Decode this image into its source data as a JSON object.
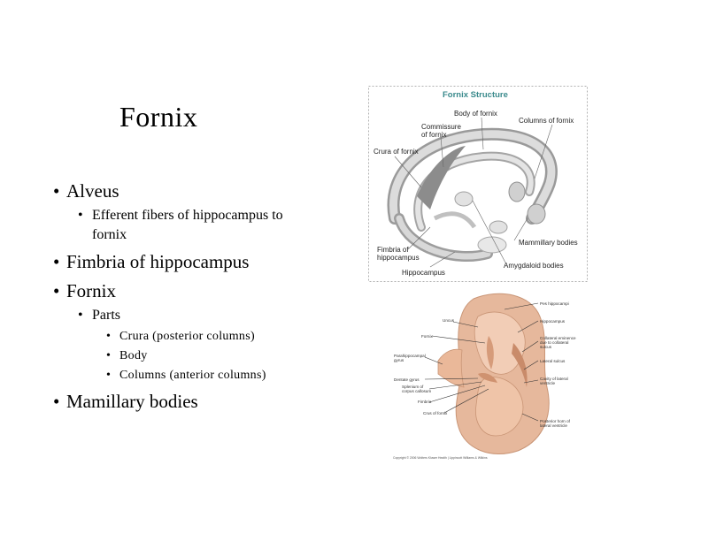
{
  "slide": {
    "title": "Fornix",
    "bullets": [
      {
        "text": "Alveus",
        "level": 1
      },
      {
        "text": "Efferent fibers of hippocampus to",
        "level": 2
      },
      {
        "text": "fornix",
        "level": 2,
        "continuation": true
      },
      {
        "text": "Fimbria of hippocampus",
        "level": 1
      },
      {
        "text": "Fornix",
        "level": 1
      },
      {
        "text": "Parts",
        "level": 2
      },
      {
        "text": "Crura (posterior columns)",
        "level": 3
      },
      {
        "text": "Body",
        "level": 3
      },
      {
        "text": "Columns (anterior columns)",
        "level": 3
      },
      {
        "text": "Mamillary bodies",
        "level": 1
      }
    ],
    "bullet_char": "•"
  },
  "figure1": {
    "title": "Fornix Structure",
    "title_color": "#3a8a8c",
    "labels": {
      "body": "Body of fornix",
      "columns": "Columns of fornix",
      "commissure_1": "Commissure",
      "commissure_2": "of fornix",
      "crura": "Crura of fornix",
      "mammillary": "Mammillary bodies",
      "fimbria_1": "Fimbria of",
      "fimbria_2": "hippocampus",
      "amygdaloid": "Amygdaloid bodies",
      "hippocampus": "Hippocampus"
    }
  },
  "figure2": {
    "labels": {
      "pes": "Pes hippocampi",
      "uncus": "Uncus",
      "hippocampus": "Hippocampus",
      "fornix": "Fornix",
      "collateral_1": "Collateral eminence",
      "collateral_2": "due to collateral",
      "collateral_3": "sulcus",
      "parahippo_1": "Parahippocampal",
      "parahippo_2": "gyrus",
      "lateral_sulcus": "Lateral sulcus",
      "dentate": "Dentate gyrus",
      "splenium_1": "Splenium of",
      "splenium_2": "corpus callosum",
      "cavity_1": "Cavity of lateral",
      "cavity_2": "ventricle",
      "fimbria": "Fimbria",
      "crus": "Crus of fornix",
      "posterior_1": "Posterior horn of",
      "posterior_2": "lateral ventricle",
      "copyright": "Copyright © 2006 Wolters Kluwer Health | Lippincott Williams & Wilkins"
    }
  }
}
